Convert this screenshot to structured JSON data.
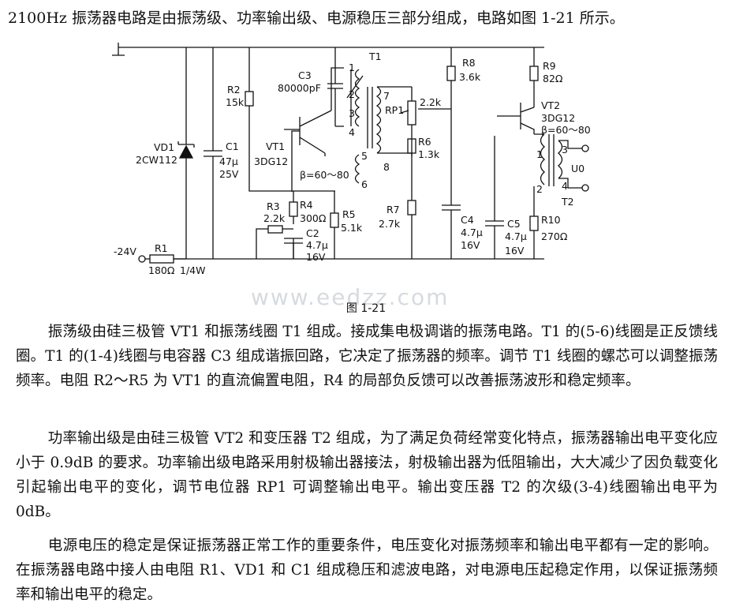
{
  "intro": "2100Hz 振荡器电路是由振荡级、功率输出级、电源稳压三部分组成，电路如图 1-21 所示。",
  "figure_caption": "图 1-21",
  "watermark": "www.eedzz.com",
  "paragraphs": [
    "振荡级由硅三极管 VT1 和振荡线圈 T1 组成。接成集电极调谐的振荡电路。T1 的(5-6)线圈是正反馈线圈。T1 的(1-4)线圈与电容器 C3 组成谐振回路，它决定了振荡器的频率。调节 T1 线圈的螺芯可以调整振荡频率。电阻 R2～R5 为 VT1 的直流偏置电阻，R4 的局部负反馈可以改善振荡波形和稳定频率。",
    "功率输出级是由硅三极管 VT2 和变压器 T2 组成，为了满足负荷经常变化特点，振荡器输出电平变化应小于 0.9dB 的要求。功率输出级电路采用射极输出器接法，射极输出器为低阻输出，大大减少了因负载变化引起输出电平的变化，调节电位器 RP1 可调整输出电平。输出变压器 T2 的次级(3-4)线圈输出电平为 0dB。",
    "电源电压的稳定是保证振荡器正常工作的重要条件，电压变化对振荡频率和输出电平都有一定的影响。在振荡器电路中接人由电阻 R1、VD1 和 C1 组成稳压和滤波电路，对电源电压起稳定作用，以保证振荡频率和输出电平的稳定。"
  ],
  "circuit": {
    "supply": "-24V",
    "R1": {
      "name": "R1",
      "value": "180Ω",
      "power": "1/4W"
    },
    "VD1": {
      "name": "VD1",
      "value": "2CW112"
    },
    "C1": {
      "name": "C1",
      "value": "47μ",
      "voltage": "25V"
    },
    "R2": {
      "name": "R2",
      "value": "15k"
    },
    "C3": {
      "name": "C3",
      "value": "80000pF"
    },
    "VT1": {
      "name": "VT1",
      "model": "3DG12",
      "beta": "β=60～80"
    },
    "T1": {
      "name": "T1",
      "pins": [
        "1",
        "2",
        "3",
        "4",
        "5",
        "6",
        "7",
        "8"
      ]
    },
    "RP1": {
      "name": "RP1",
      "value": "2.2k"
    },
    "R3": {
      "name": "R3",
      "value": "2.2k"
    },
    "R4": {
      "name": "R4",
      "value": "300Ω"
    },
    "R5": {
      "name": "R5",
      "value": "5.1k"
    },
    "C2": {
      "name": "C2",
      "value": "4.7μ",
      "voltage": "16V"
    },
    "R6": {
      "name": "R6",
      "value": "1.3k"
    },
    "R7": {
      "name": "R7",
      "value": "2.7k"
    },
    "R8": {
      "name": "R8",
      "value": "3.6k"
    },
    "C4": {
      "name": "C4",
      "value": "4.7μ",
      "voltage": "16V"
    },
    "C5": {
      "name": "C5",
      "value": "4.7μ",
      "voltage": "16V"
    },
    "R9": {
      "name": "R9",
      "value": "82Ω"
    },
    "VT2": {
      "name": "VT2",
      "model": "3DG12",
      "beta": "β=60～80"
    },
    "R10": {
      "name": "R10",
      "value": "270Ω"
    },
    "T2": {
      "name": "T2",
      "pins": [
        "1",
        "2",
        "3",
        "4"
      ]
    },
    "output": "U0"
  }
}
